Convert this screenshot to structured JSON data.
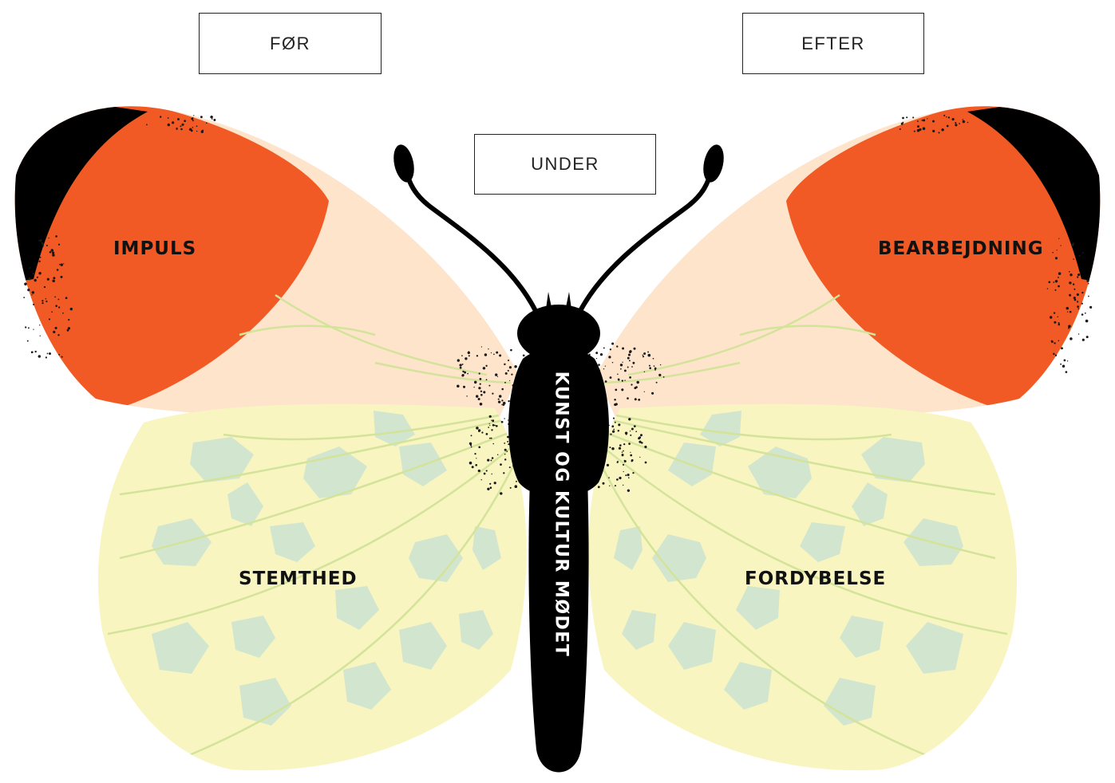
{
  "phases": {
    "before": "FØR",
    "during": "UNDER",
    "after": "EFTER"
  },
  "wings": {
    "upper_left": "IMPULS",
    "upper_right": "BEARBEJDNING",
    "lower_left": "STEMTHED",
    "lower_right": "FORDYBELSE"
  },
  "body_label": "KUNST OG KULTUR MØDET",
  "colors": {
    "upper_wing_orange": "#f15a24",
    "upper_wing_tip": "#000000",
    "upper_wing_base": "#fde4cb",
    "lower_wing": "#f8f5c0",
    "lower_wing_spots": "#d2e6cf",
    "veins": "#d4e39a",
    "body": "#000000"
  }
}
